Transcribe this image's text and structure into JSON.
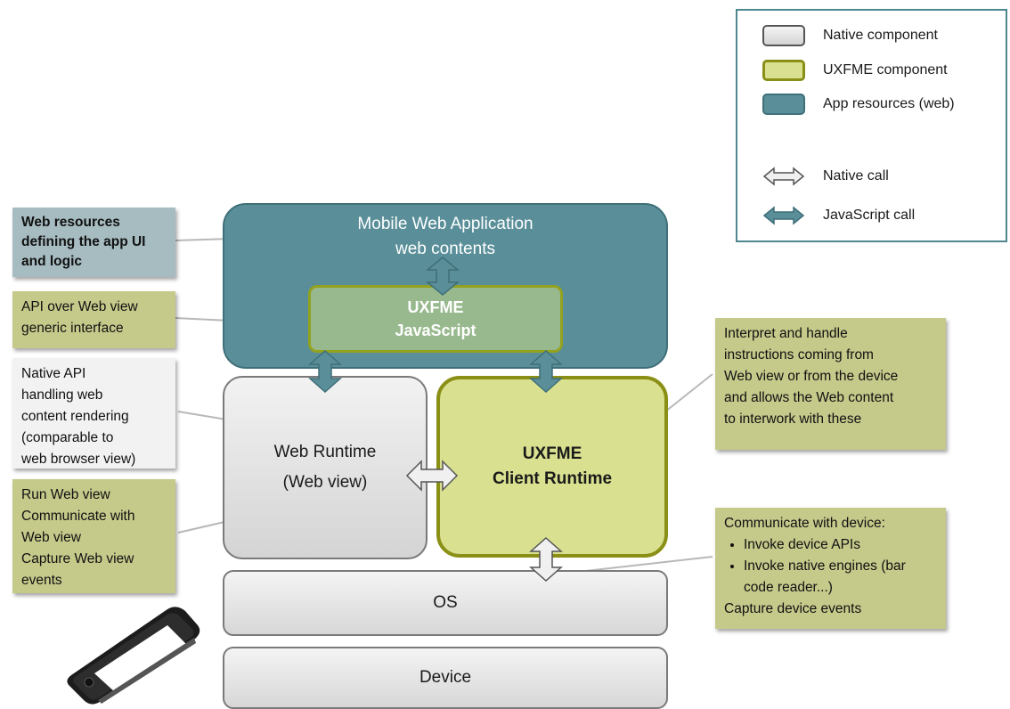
{
  "legend": {
    "native_component": "Native component",
    "uxfme_component": "UXFME component",
    "app_resources": "App resources (web)",
    "native_call": "Native call",
    "javascript_call": "JavaScript call"
  },
  "layers": {
    "mobile_web_app_line1": "Mobile Web Application",
    "mobile_web_app_line2": "web contents",
    "uxfme_js_line1": "UXFME",
    "uxfme_js_line2": "JavaScript",
    "web_runtime_line1": "Web Runtime",
    "web_runtime_line2": "(Web view)",
    "client_runtime_line1": "UXFME",
    "client_runtime_line2": "Client Runtime",
    "os": "OS",
    "device": "Device"
  },
  "callouts": {
    "web_resources": [
      "Web resources",
      "defining the app UI",
      "and logic"
    ],
    "api_over_webview": [
      "API over Web view",
      "generic interface"
    ],
    "native_api": [
      "Native API",
      "handling web",
      "content rendering",
      "(comparable to",
      "web browser view)"
    ],
    "run_webview": [
      "Run Web view",
      "Communicate with",
      "Web view",
      "Capture Web view",
      "events"
    ],
    "interpret": [
      "Interpret and handle",
      "instructions coming from",
      "Web view or from the device",
      "and allows the Web content",
      "to interwork with these"
    ],
    "communicate_device": {
      "title": "Communicate with device:",
      "bullets": [
        "Invoke device APIs",
        "Invoke native engines (bar code reader...)"
      ],
      "footer": "Capture device events"
    }
  },
  "colors": {
    "app_resources": "#5a8f99",
    "uxfme": "#d9e08f",
    "native": "#e0e0e0",
    "callout_olive": "#c5c98a",
    "callout_bluegrey": "#a6bcc1"
  }
}
